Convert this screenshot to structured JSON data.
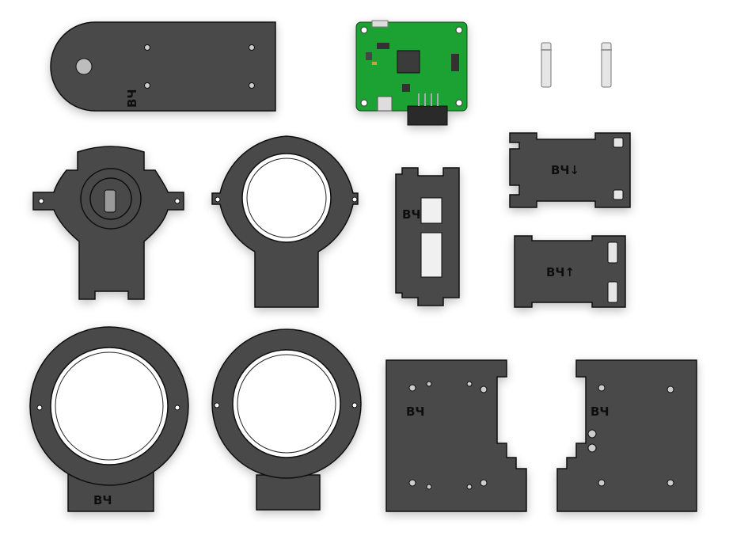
{
  "scene": {
    "description": "Exploded layout of laser-cut plate parts, a green PCB and two standoffs",
    "background": "#ffffff",
    "part_color": "#4a4a4a",
    "pcb_color": "#1aa232"
  },
  "labels": {
    "top_plate": "ВЧ",
    "frame_middle": "ВЧ",
    "spacer_down": "ВЧ↓",
    "spacer_up": "ВЧ↑",
    "ring_bottom_left": "ВЧ",
    "side_left": "ВЧ",
    "side_right": "ВЧ"
  },
  "parts": [
    {
      "id": "top-plate",
      "name": "rounded top plate"
    },
    {
      "id": "pcb",
      "name": "green control board"
    },
    {
      "id": "standoff-1",
      "name": "metal standoff"
    },
    {
      "id": "standoff-2",
      "name": "metal standoff"
    },
    {
      "id": "motor-mount",
      "name": "motor mount plate"
    },
    {
      "id": "ring-mid",
      "name": "ring plate with tab"
    },
    {
      "id": "frame-middle",
      "name": "vertical frame plate"
    },
    {
      "id": "spacer-down",
      "name": "spacer plate arrow down"
    },
    {
      "id": "spacer-up",
      "name": "spacer plate arrow up"
    },
    {
      "id": "ring-large",
      "name": "large ring plate"
    },
    {
      "id": "ring-small",
      "name": "ring plate bottom"
    },
    {
      "id": "side-left",
      "name": "side plate left"
    },
    {
      "id": "side-right",
      "name": "side plate right"
    }
  ]
}
